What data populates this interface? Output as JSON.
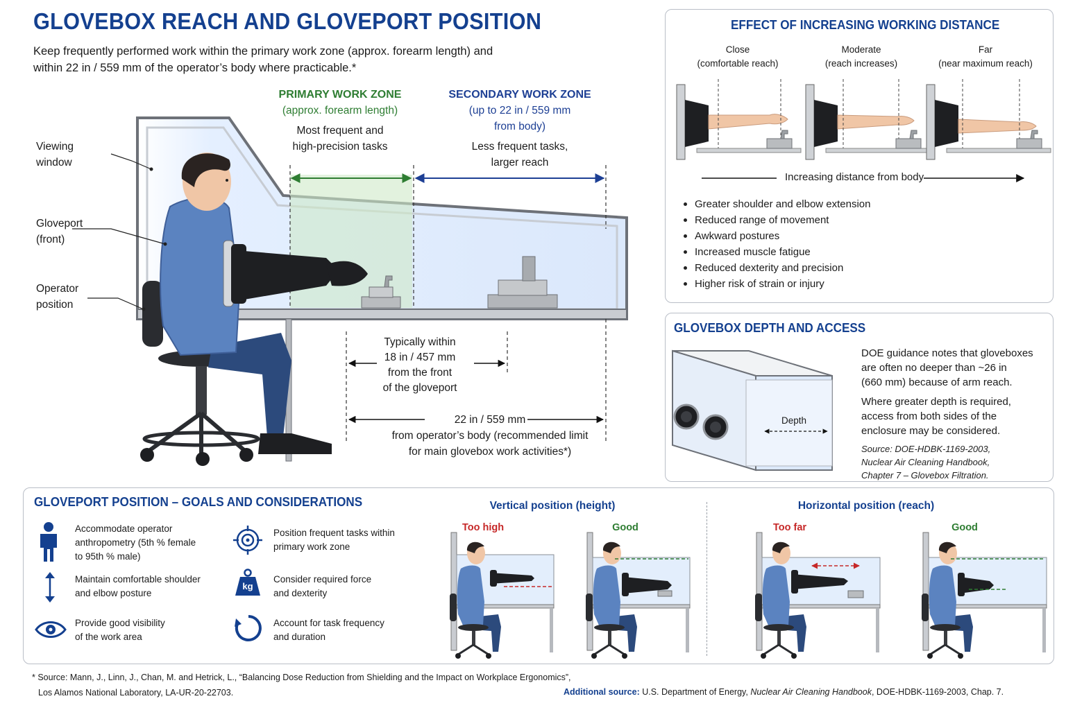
{
  "header": {
    "title": "GLOVEBOX REACH AND GLOVEPORT POSITION",
    "intro_line1": "Keep frequently performed work within the primary work zone (approx. forearm length) and",
    "intro_line2": "within 22 in / 559 mm of the operator’s body where practicable.*"
  },
  "main_diagram": {
    "primary_zone": {
      "title": "PRIMARY WORK ZONE",
      "subtitle": "(approx. forearm length)",
      "desc_line1": "Most frequent and",
      "desc_line2": "high-precision tasks"
    },
    "secondary_zone": {
      "title": "SECONDARY WORK ZONE",
      "subtitle_line1": "(up to 22 in / 559 mm",
      "subtitle_line2": "from body)",
      "desc_line1": "Less frequent tasks,",
      "desc_line2": "larger reach"
    },
    "callouts": {
      "viewing_window_line1": "Viewing",
      "viewing_window_line2": "window",
      "gloveport_line1": "Gloveport",
      "gloveport_line2": "(front)",
      "operator_line1": "Operator",
      "operator_line2": "position"
    },
    "dim_18": {
      "line1": "Typically within",
      "line2": "18 in / 457 mm",
      "line3": "from the front",
      "line4": "of the gloveport"
    },
    "dim_22": {
      "value": "22 in / 559 mm",
      "line2": "from operator’s body (recommended limit",
      "line3": "for main glovebox work activities*)"
    }
  },
  "distance_panel": {
    "title": "EFFECT OF INCREASING WORKING DISTANCE",
    "columns": [
      {
        "label": "Close",
        "sub": "(comfortable reach)"
      },
      {
        "label": "Moderate",
        "sub": "(reach increases)"
      },
      {
        "label": "Far",
        "sub": "(near maximum reach)"
      }
    ],
    "arrow_label": "Increasing distance from body",
    "bullets": [
      "Greater shoulder and elbow extension",
      "Reduced range of movement",
      "Awkward postures",
      "Increased muscle fatigue",
      "Reduced dexterity and precision",
      "Higher risk of strain or injury"
    ]
  },
  "depth_panel": {
    "title": "GLOVEBOX DEPTH AND ACCESS",
    "depth_label": "Depth",
    "para1_line1": "DOE guidance notes that gloveboxes",
    "para1_line2": "are often no deeper than ~26 in",
    "para1_line3": "(660 mm) because of arm reach.",
    "para2_line1": "Where greater depth is required,",
    "para2_line2": "access from both sides of the",
    "para2_line3": "enclosure may be considered.",
    "source_line1": "Source: DOE-HDBK-1169-2003,",
    "source_line2": "Nuclear Air Cleaning Handbook,",
    "source_line3": "Chapter 7 – Glovebox Filtration."
  },
  "goals_panel": {
    "title": "GLOVEPORT POSITION – GOALS AND CONSIDERATIONS",
    "goals": [
      {
        "icon": "person-icon",
        "line1": "Accommodate operator",
        "line2": "anthropometry (5th % female",
        "line3": "to 95th % male)"
      },
      {
        "icon": "vertical-arrow-icon",
        "line1": "Maintain comfortable shoulder",
        "line2": "and elbow posture"
      },
      {
        "icon": "eye-icon",
        "line1": "Provide good visibility",
        "line2": "of the work area"
      },
      {
        "icon": "target-icon",
        "line1": "Position frequent tasks within",
        "line2": "primary work zone"
      },
      {
        "icon": "kg-weight-icon",
        "kg": "kg",
        "line1": "Consider required force",
        "line2": "and dexterity"
      },
      {
        "icon": "cycle-icon",
        "line1": "Account for task frequency",
        "line2": "and duration"
      }
    ],
    "vertical": {
      "heading": "Vertical position (height)",
      "bad": "Too high",
      "good": "Good"
    },
    "horizontal": {
      "heading": "Horizontal position (reach)",
      "bad": "Too far",
      "good": "Good"
    }
  },
  "footer": {
    "source_line1": "* Source: Mann, J., Linn, J., Chan, M. and Hetrick, L., “Balancing Dose Reduction from Shielding and the Impact on Workplace Ergonomics”,",
    "source_line2": "Los Alamos National Laboratory, LA-UR-20-22703.",
    "additional_label": "Additional source:",
    "additional_pre": "U.S. Department of Energy,",
    "additional_italic": "Nuclear Air Cleaning Handbook",
    "additional_post": ", DOE-HDBK-1169-2003, Chap. 7."
  },
  "colors": {
    "title_blue": "#14408f",
    "primary_green": "#2e7d32",
    "secondary_blue": "#1d3f94",
    "bad_red": "#c62828",
    "good_green": "#2e7d32",
    "coat_blue": "#5b83c0",
    "glove_black": "#1e1f22"
  }
}
